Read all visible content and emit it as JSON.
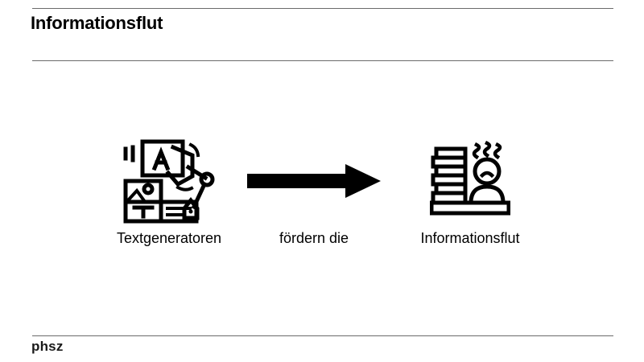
{
  "slide": {
    "title": "Informationsflut",
    "footer_logo": "phsz",
    "rule_color": "#6b6b6b",
    "text_color": "#000000",
    "background": "#ffffff"
  },
  "diagram": {
    "columns": [
      {
        "id": "generators",
        "icon": "robot-arm-text-generator-icon",
        "caption": "Textgeneratoren"
      },
      {
        "id": "link",
        "icon": "right-arrow-icon",
        "caption": "fördern die"
      },
      {
        "id": "flood",
        "icon": "document-stack-stressed-person-icon",
        "caption": "Informationsflut"
      }
    ]
  }
}
